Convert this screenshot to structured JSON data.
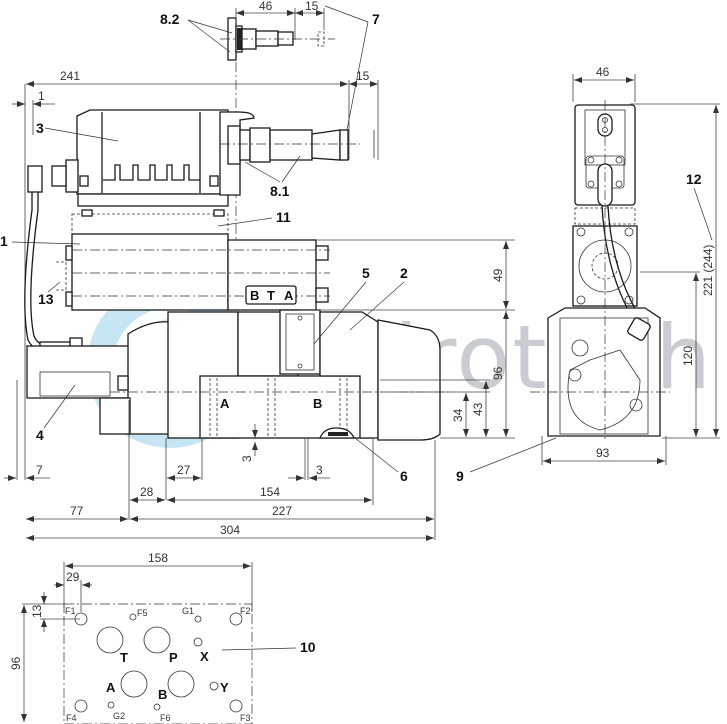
{
  "drawing": {
    "title": "Hydraulic proportional directional valve dimension drawing",
    "watermark": "Hydrotech",
    "colors": {
      "line": "#1a1a1a",
      "dimension": "#444444",
      "watermark_text": "#9ea3ab",
      "watermark_logo": "#5bb8e0"
    }
  },
  "callouts": {
    "c1_top": "1",
    "c1": "1",
    "c2": "2",
    "c3": "3",
    "c4": "4",
    "c5": "5",
    "c6": "6",
    "c7": "7",
    "c8_1": "8.1",
    "c8_2": "8.2",
    "c9": "9",
    "c10": "10",
    "c11": "11",
    "c12": "12",
    "c13": "13"
  },
  "dimensions": {
    "connector_length": "46",
    "connector_extra": "15",
    "overall_top": "241",
    "top_extra": "15",
    "height_49": "49",
    "height_96": "96",
    "height_43": "43",
    "height_34": "34",
    "offset_3_left": "3",
    "offset_3_right": "3",
    "left_7": "7",
    "d27": "27",
    "d28": "28",
    "d154": "154",
    "d77": "77",
    "d227": "227",
    "d304": "304",
    "side_width_46": "46",
    "side_height_221": "221 (244)",
    "side_height_120": "120",
    "side_width_93": "93",
    "plate_width_158": "158",
    "plate_offset_29": "29",
    "plate_offset_13": "13",
    "plate_height_96": "96"
  },
  "ports": {
    "solenoid_label": [
      "B",
      "T",
      "A"
    ],
    "body_A": "A",
    "body_B": "B"
  },
  "mounting_plate": {
    "ports": [
      "T",
      "P",
      "X",
      "A",
      "B",
      "Y"
    ],
    "holes": [
      "F1",
      "F2",
      "F3",
      "F4",
      "F5",
      "F6",
      "G1",
      "G2"
    ]
  }
}
